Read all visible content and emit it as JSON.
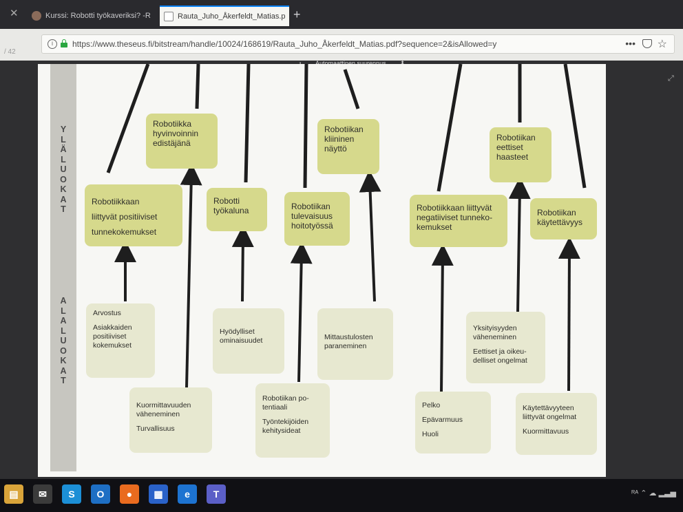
{
  "browser": {
    "tabs": [
      {
        "label": "Kurssi: Robotti työkaveriksi? -R",
        "active": false
      },
      {
        "label": "Rauta_Juho_Åkerfeldt_Matias.p",
        "active": true
      }
    ],
    "url": "https://www.theseus.fi/bitstream/handle/10024/168619/Rauta_Juho_Åkerfeldt_Matias.pdf?sequence=2&isAllowed=y",
    "page_actions": "•••"
  },
  "pdf_viewer": {
    "page_count": "/ 42",
    "zoom_out": "−",
    "zoom_in": "+",
    "zoom_value": "Automaattinen suurennus",
    "zoom_chevron": "⬍",
    "fullscreen_glyph": "⤢"
  },
  "diagram": {
    "upper_label": [
      "Y",
      "L",
      "Ä",
      "L",
      "U",
      "O",
      "K",
      "A",
      "T"
    ],
    "lower_label": [
      "A",
      "L",
      "A",
      "L",
      "U",
      "O",
      "K",
      "A",
      "T"
    ],
    "upper_boxes": [
      {
        "lines": [
          "Robotiikka",
          "hyvinvoinnin",
          "edistäjänä"
        ]
      },
      {
        "lines": [
          "Robotiikan",
          "kliininen",
          "näyttö"
        ]
      },
      {
        "lines": [
          "Robotiikan",
          "eettiset",
          "haasteet"
        ]
      },
      {
        "lines": [
          "Robotiikkaan",
          "liittyvät positiiviset",
          "tunnekokemukset"
        ]
      },
      {
        "lines": [
          "Robotti",
          "työkaluna"
        ]
      },
      {
        "lines": [
          "Robotiikan",
          "tulevaisuus",
          "hoitotyössä"
        ]
      },
      {
        "lines": [
          "Robotiikkaan liittyvät",
          "negatiiviset tunneko-",
          "kemukset"
        ]
      },
      {
        "lines": [
          "Robotiikan",
          "käytettävyys"
        ]
      }
    ],
    "lower_boxes": [
      {
        "lines": [
          "Arvostus",
          "",
          "Asiakkaiden",
          "positiiviset",
          "kokemukset"
        ]
      },
      {
        "lines": [
          "Hyödylliset",
          "ominaisuudet"
        ]
      },
      {
        "lines": [
          "Mittaustulosten",
          "paraneminen"
        ]
      },
      {
        "lines": [
          "Yksityisyyden",
          "väheneminen",
          "",
          "Eettiset ja oikeu-",
          "delliset ongelmat"
        ]
      },
      {
        "lines": [
          "Kuormittavuuden",
          "väheneminen",
          "",
          "Turvallisuus"
        ]
      },
      {
        "lines": [
          "Robotiikan po-",
          "tentiaali",
          "",
          "Työntekijöiden",
          "kehitysideat"
        ]
      },
      {
        "lines": [
          "Pelko",
          "",
          "Epävarmuus",
          "",
          "Huoli"
        ]
      },
      {
        "lines": [
          "Käytettävyyteen",
          "liittyvät ongelmat",
          "",
          "Kuormittavuus"
        ]
      }
    ]
  },
  "taskbar": {
    "apps": [
      {
        "name": "file-explorer",
        "glyph": "▤",
        "color": "#d9a43a"
      },
      {
        "name": "mail",
        "glyph": "✉",
        "color": "#3b3b3b"
      },
      {
        "name": "skype",
        "glyph": "S",
        "color": "#1c8fd6"
      },
      {
        "name": "outlook",
        "glyph": "O",
        "color": "#1e6fc4"
      },
      {
        "name": "firefox",
        "glyph": "●",
        "color": "#e96b1f"
      },
      {
        "name": "calendar",
        "glyph": "▦",
        "color": "#2a62c9"
      },
      {
        "name": "edge",
        "glyph": "e",
        "color": "#1d73d1"
      },
      {
        "name": "teams",
        "glyph": "T",
        "color": "#5b5fc7"
      }
    ],
    "tray_text": "ᴿᴬ  ⌃  ☁  ▂▃▅"
  },
  "colors": {
    "upper_box": "#d6d98c",
    "lower_box": "#e7e8d0",
    "tab_accent": "#0a84ff",
    "lock": "#2aa640"
  }
}
